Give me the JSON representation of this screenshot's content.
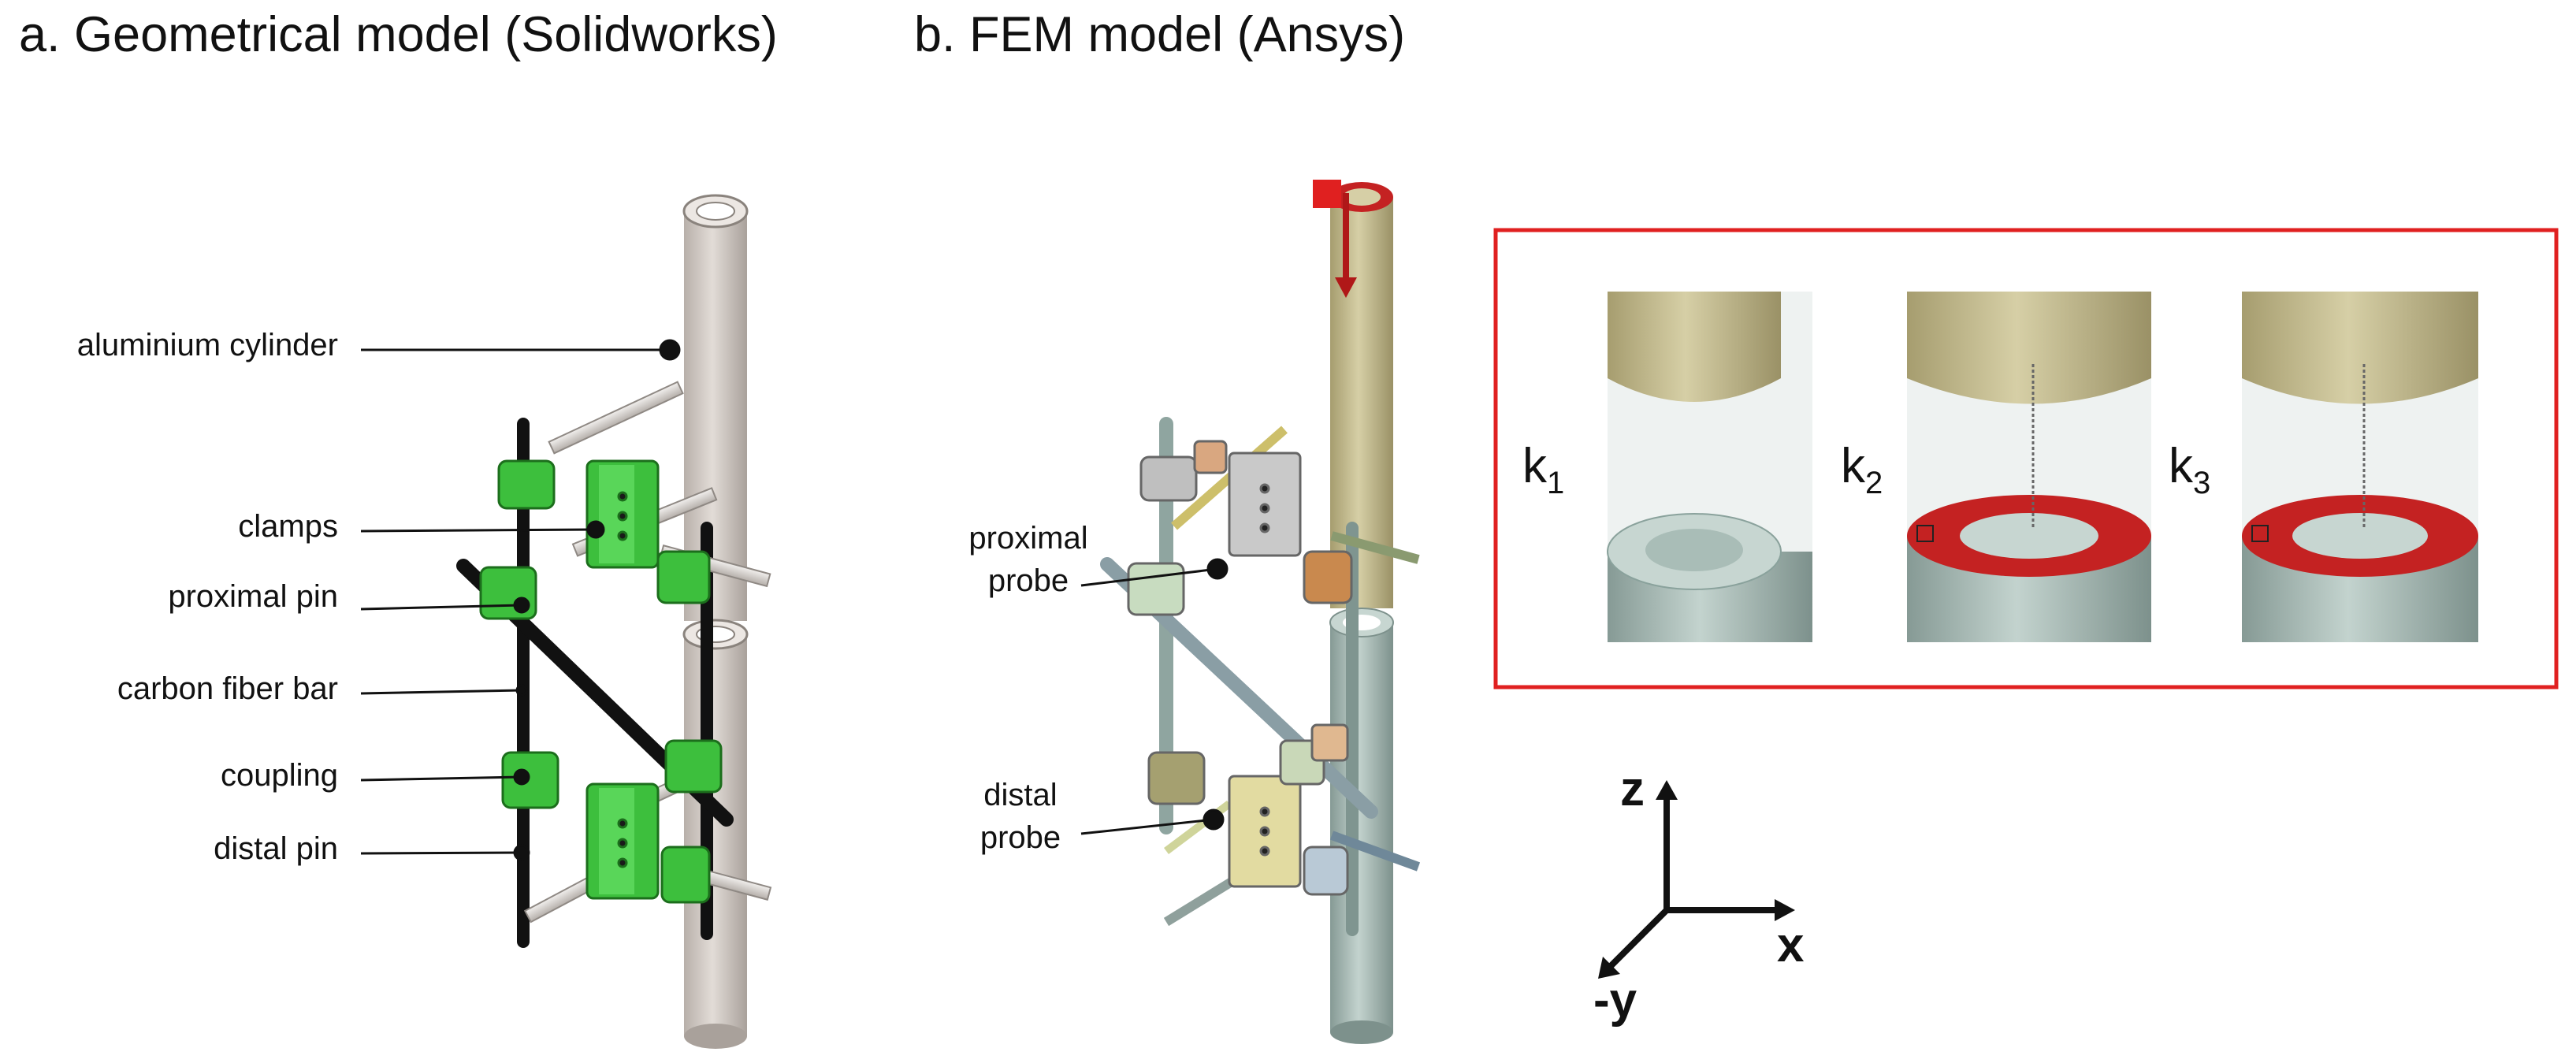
{
  "panel_a": {
    "title": "a. Geometrical model (Solidworks)",
    "labels": {
      "cylinder": "aluminium cylinder",
      "clamps": "clamps",
      "proximal_pin": "proximal pin",
      "carbon_bar": "carbon fiber bar",
      "coupling": "coupling",
      "distal_pin": "distal pin"
    }
  },
  "panel_b": {
    "title": "b. FEM model (Ansys)",
    "labels": {
      "proximal_probe_line1": "proximal",
      "proximal_probe_line2": "probe",
      "distal_probe_line1": "distal",
      "distal_probe_line2": "probe"
    }
  },
  "inset": {
    "cases": [
      {
        "k": "k",
        "sub": "1"
      },
      {
        "k": "k",
        "sub": "2"
      },
      {
        "k": "k",
        "sub": "3"
      }
    ],
    "border_color": "#e02020"
  },
  "axes": {
    "z": "z",
    "x": "x",
    "neg_y": "-y"
  },
  "colors": {
    "aluminium": "#cfc8c2",
    "green_parts": "#3dbf3d",
    "black_bar": "#111111",
    "fem_upper": "#bdb48a",
    "fem_lower": "#9fb3ad",
    "contact_red": "#c42222"
  }
}
